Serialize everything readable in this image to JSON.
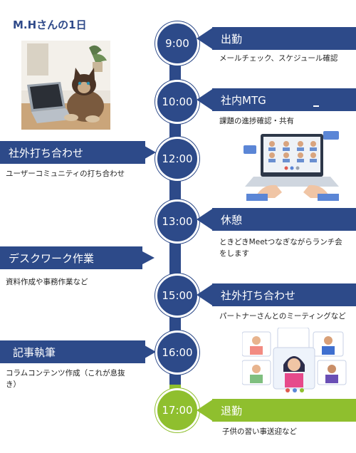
{
  "title": "M.Hさんの1日",
  "photo": {
    "alt": "cat-at-laptop-photo"
  },
  "events": [
    {
      "time": "9:00",
      "label": "出勤",
      "desc": "メールチェック、スケジュール確認"
    },
    {
      "time": "10:00",
      "label": "社内MTG",
      "desc": "課題の進捗確認・共有"
    },
    {
      "time": "12:00",
      "label": "社外打ち合わせ",
      "desc": "ユーザーコミュニティの打ち合わせ"
    },
    {
      "time": "13:00",
      "label": "休憩",
      "desc": "ときどきMeetつなぎながらランチ会をします"
    },
    {
      "time": "",
      "label": "デスクワーク作業",
      "desc": "資料作成や事務作業など"
    },
    {
      "time": "15:00",
      "label": "社外打ち合わせ",
      "desc": "パートナーさんとのミーティングなど"
    },
    {
      "time": "16:00",
      "label": "記事執筆",
      "desc": "コラムコンテンツ作成（これが息抜き）"
    },
    {
      "time": "17:00",
      "label": "退勤",
      "desc": "子供の習い事送迎など"
    }
  ],
  "colors": {
    "navy": "#2d4a89",
    "green": "#8fbf2e"
  }
}
